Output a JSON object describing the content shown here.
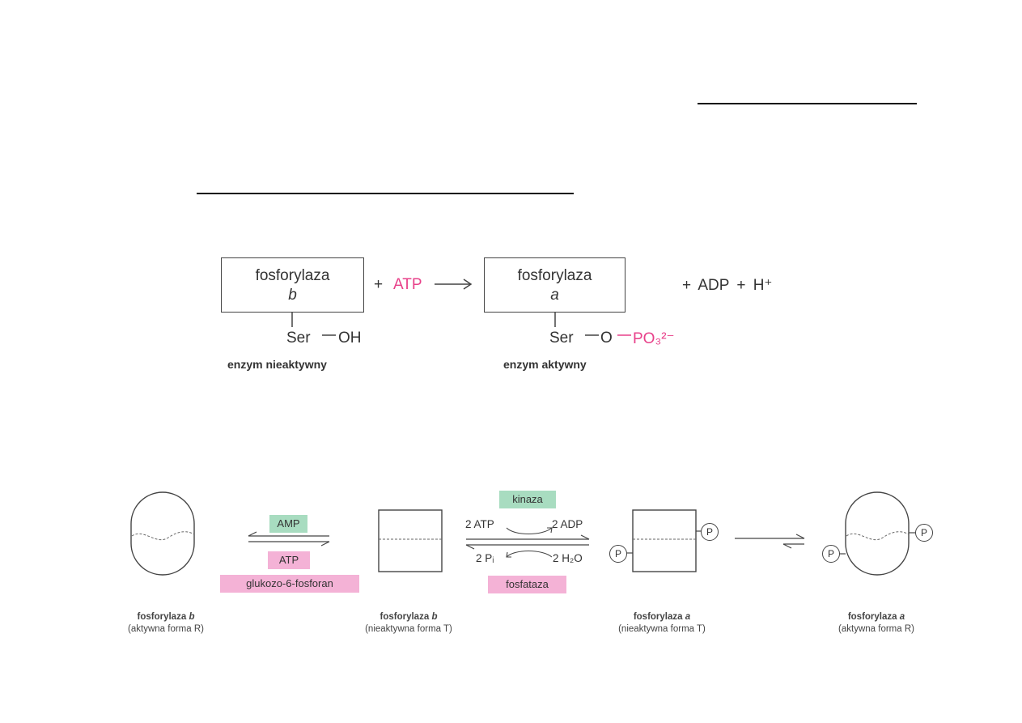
{
  "top_reaction": {
    "enzyme_b_name": "fosforylaza",
    "enzyme_b_variant": "b",
    "plus_atp_plus": "+",
    "atp": "ATP",
    "arrow": "⟶",
    "enzyme_a_name": "fosforylaza",
    "enzyme_a_variant": "a",
    "products": "+ ADP + H⁺",
    "ser_oh_ser": "Ser",
    "ser_oh_oh": "OH",
    "ser_o_ser": "Ser",
    "ser_o_o": "O",
    "po3": "PO₃²⁻",
    "label_inactive": "enzym nieaktywny",
    "label_active": "enzym aktywny"
  },
  "bottom_scheme": {
    "amp": "AMP",
    "atp": "ATP",
    "g6p": "glukozo-6-fosforan",
    "kinase": "kinaza",
    "phosphatase": "fosfataza",
    "two_atp": "2 ATP",
    "two_adp": "2 ADP",
    "two_pi": "2 Pᵢ",
    "two_h2o": "2 H₂O",
    "p_symbol": "P",
    "captions": [
      {
        "name": "fosforylaza",
        "variant": "b",
        "form": "(aktywna forma R)"
      },
      {
        "name": "fosforylaza",
        "variant": "b",
        "form": "(nieaktywna forma T)"
      },
      {
        "name": "fosforylaza",
        "variant": "a",
        "form": "(nieaktywna forma T)"
      },
      {
        "name": "fosforylaza",
        "variant": "a",
        "form": "(aktywna forma R)"
      }
    ]
  },
  "colors": {
    "magenta": "#e8418a",
    "green_tag": "#a8dcc0",
    "pink_tag": "#f4b2d6"
  }
}
